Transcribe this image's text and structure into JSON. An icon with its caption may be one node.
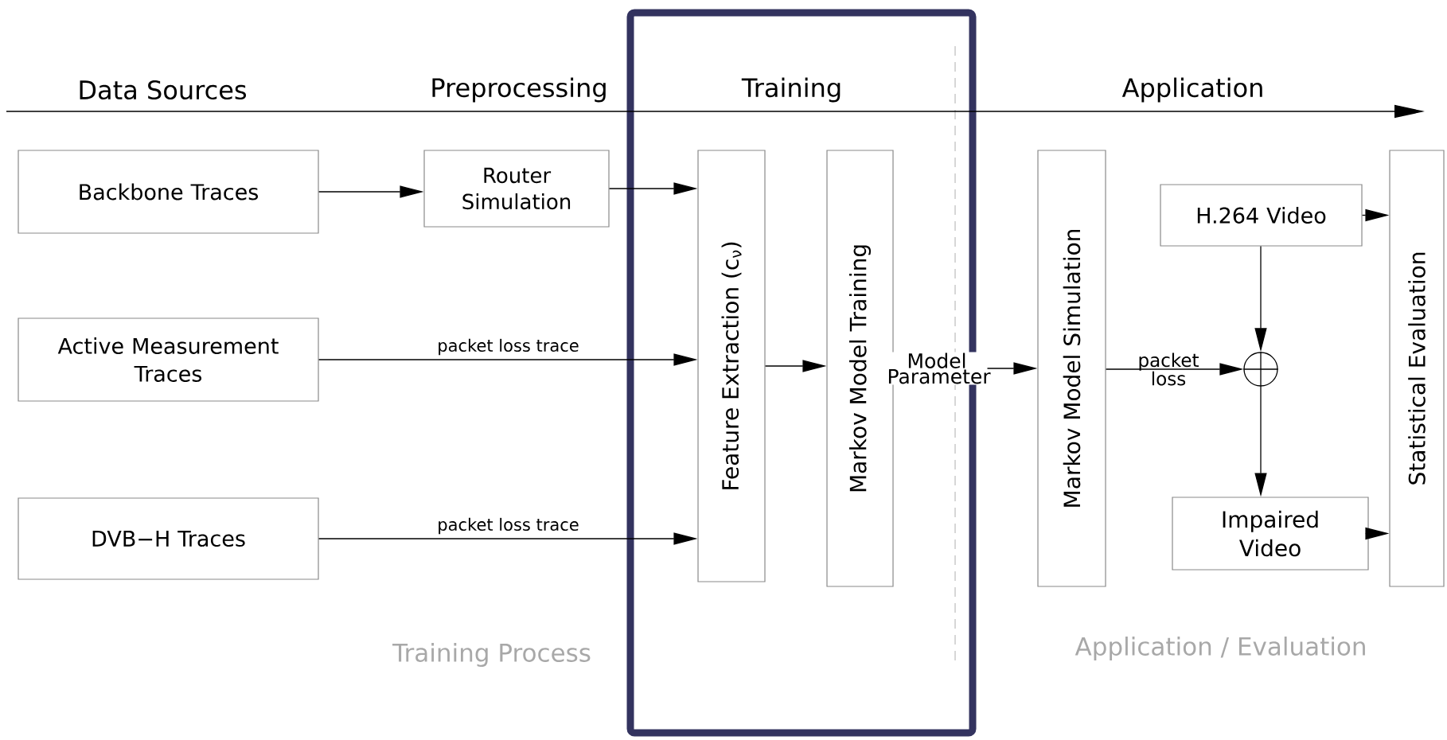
{
  "diagram": {
    "nodes": [
      {
        "text": [
          "Backbone Traces"
        ]
      },
      {
        "text": [
          "Router Simulation"
        ]
      },
      {
        "text": [
          "Active Measurement Traces"
        ]
      },
      {
        "text": [
          "DVB−H Traces"
        ]
      },
      {
        "text": [
          "Feature Extraction (c$_{ν}$)"
        ]
      },
      {
        "text": [
          "Markov  Model Training"
        ]
      },
      {
        "text": [
          "Markov Model Simulation"
        ]
      },
      {
        "text": [
          "H.264 Video"
        ]
      },
      {
        "text": [],
        "shape": "circle"
      },
      {
        "text": [
          "Impaired Video"
        ]
      },
      {
        "text": [
          "Statistical Evaluation"
        ]
      }
    ],
    "edges": [
      {
        "from": 0,
        "to": 1,
        "arrow": "to"
      },
      {
        "from": 1,
        "to": 4,
        "arrow": "to"
      },
      {
        "from": 2,
        "to": 4,
        "arrow": "to",
        "label": "packet loss trace"
      },
      {
        "from": 3,
        "to": 4,
        "arrow": "to",
        "label": "packet loss trace"
      },
      {
        "from": 4,
        "to": 5,
        "arrow": "to"
      },
      {
        "from": 5,
        "to": 6,
        "arrow": "to",
        "label": "Model Parameter"
      },
      {
        "from": 6,
        "to": 8,
        "arrow": "to",
        "label": "packet loss"
      },
      {
        "from": 7,
        "to": 8,
        "arrow": "to"
      },
      {
        "from": 8,
        "to": 9,
        "arrow": "to"
      },
      {
        "from": 7,
        "to": 10,
        "arrow": "to"
      },
      {
        "from": 9,
        "to": 10,
        "arrow": "to"
      }
    ],
    "labels": [
      "Data Sources",
      "Preprocessing",
      "Training",
      "Application",
      "Training Process",
      "Application / Evaluation"
    ]
  }
}
